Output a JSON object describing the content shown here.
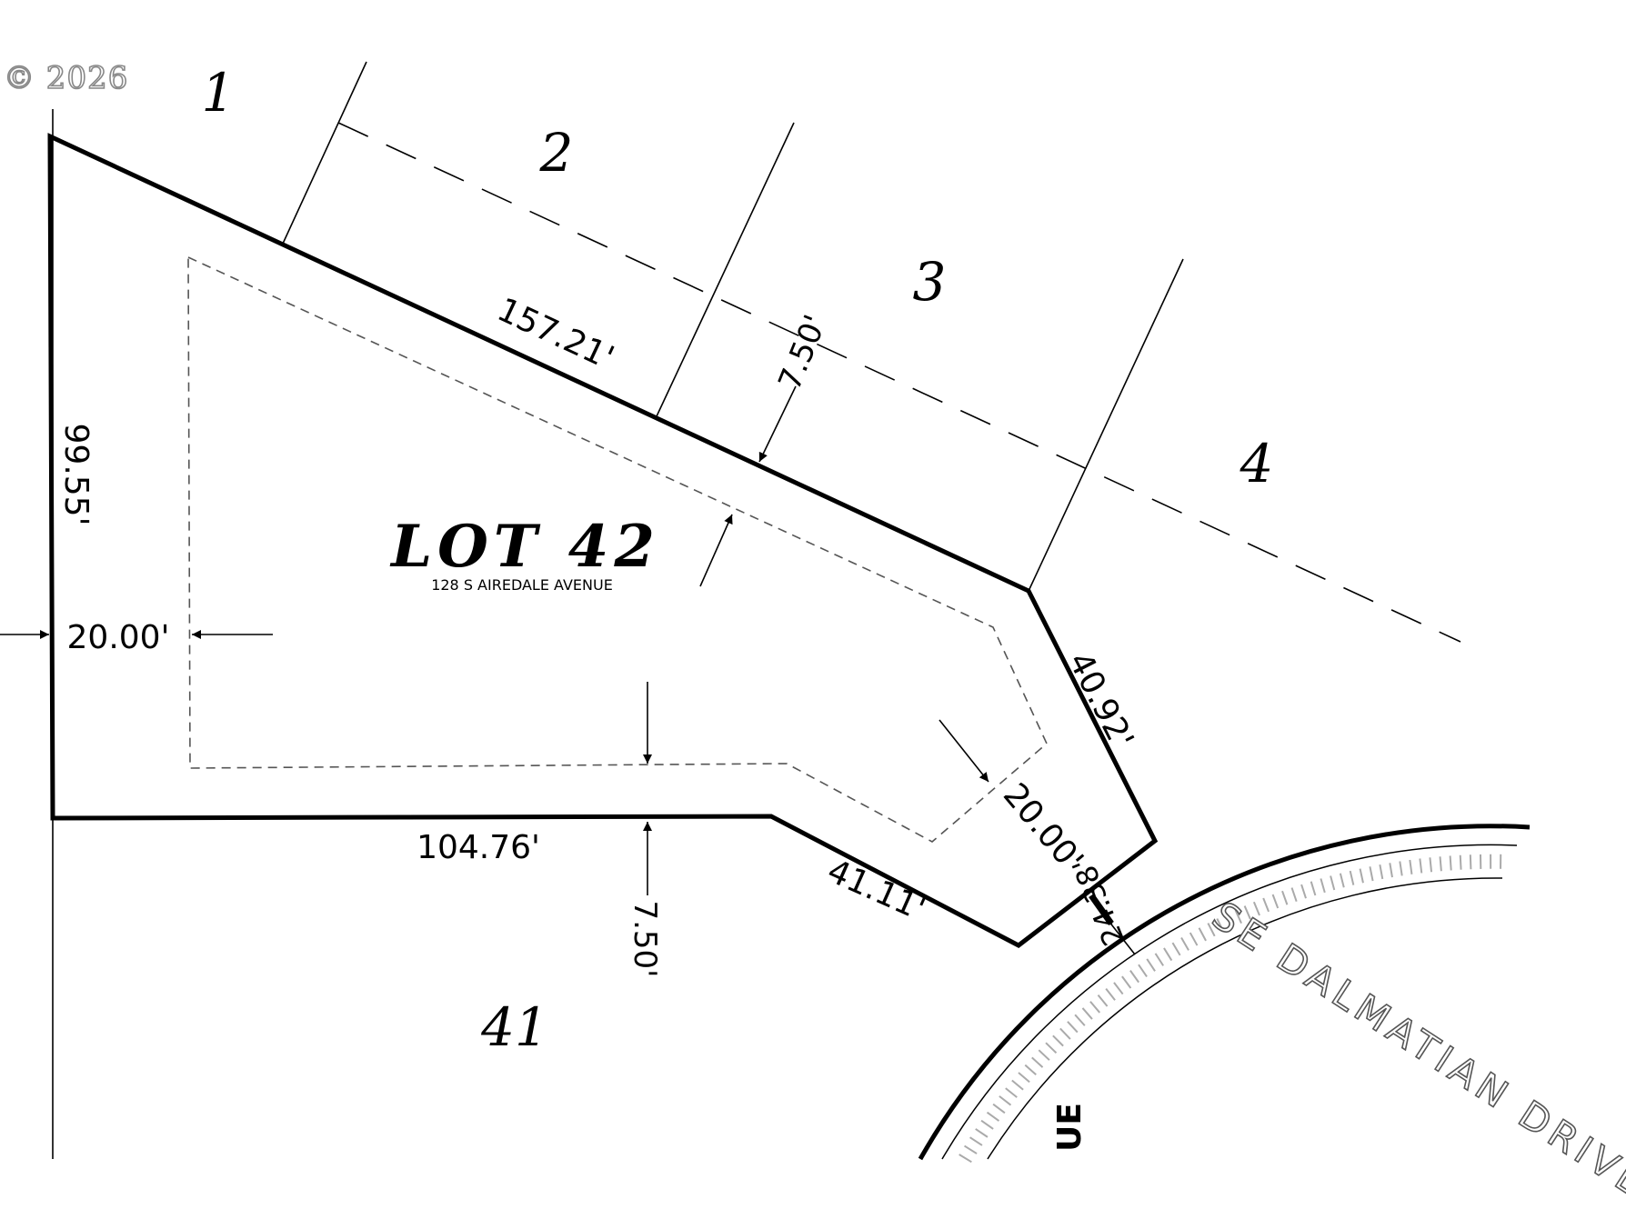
{
  "copyright": "© 2026",
  "lot": {
    "title": "LOT 42",
    "address": "128 S AIREDALE AVENUE"
  },
  "neighbor_lots": [
    "1",
    "2",
    "3",
    "4",
    "41"
  ],
  "dimensions": {
    "north": "157.21'",
    "west": "99.55'",
    "south": "104.76'",
    "southeast": "41.11'",
    "east": "40.92'",
    "frontage": "24.38'"
  },
  "setbacks": {
    "west": "20.00'",
    "north": "7.50'",
    "south": "7.50'",
    "front": "20.00'"
  },
  "streets": {
    "drive": "SE DALMATIAN DRIVE",
    "avenue_fragment": "UE"
  }
}
